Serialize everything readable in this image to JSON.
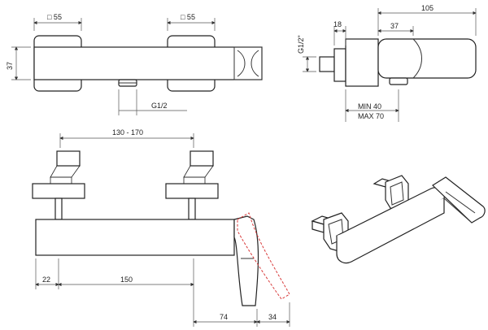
{
  "dimensions": {
    "top_left_width": "□ 55",
    "top_right_width": "□ 55",
    "front_height": "37",
    "outlet_thread": "G1/2",
    "side_total_width": "105",
    "side_handle_width": "37",
    "side_flange": "18",
    "side_thread": "G1/2\"",
    "side_min": "MIN 40",
    "side_max": "MAX 70",
    "centers_range": "130 - 170",
    "offset_left": "22",
    "outlet_distance": "150",
    "spout_reach": "74",
    "lever_extra": "34"
  },
  "colors": {
    "line": "#333333",
    "dash_outline": "#d83a3a"
  }
}
